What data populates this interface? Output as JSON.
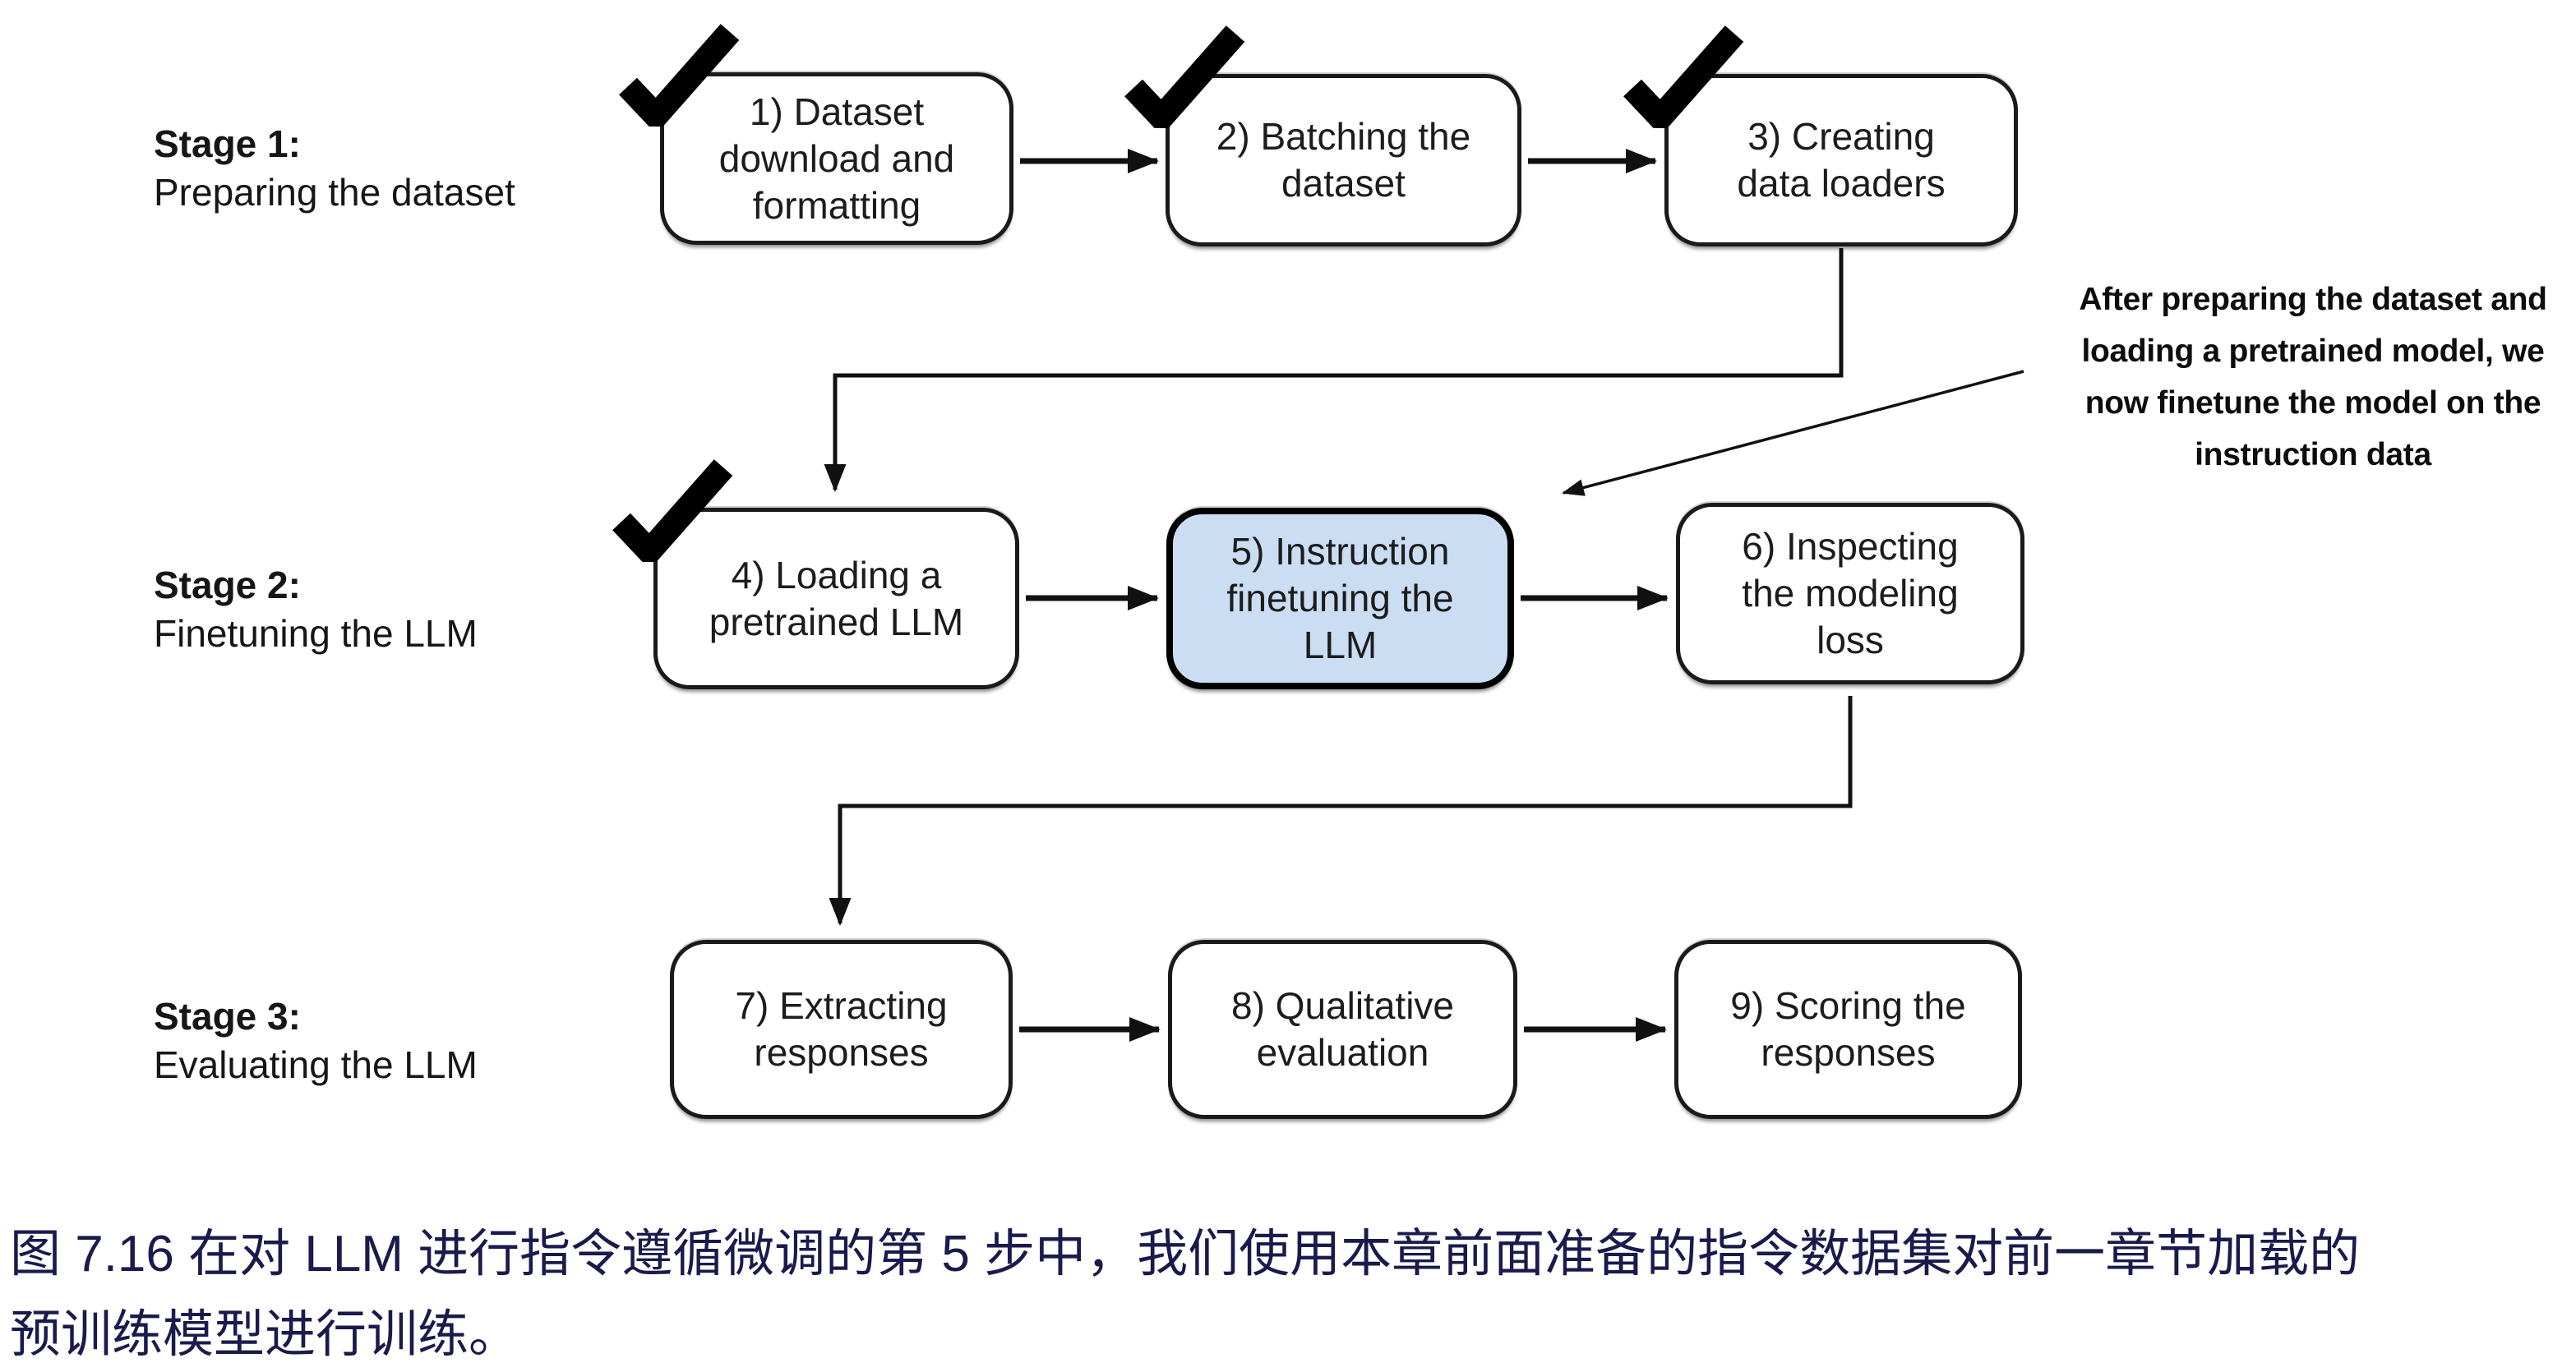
{
  "figure": {
    "stages": [
      {
        "title": "Stage 1:",
        "subtitle": "Preparing the dataset"
      },
      {
        "title": "Stage 2:",
        "subtitle": "Finetuning the LLM"
      },
      {
        "title": "Stage 3:",
        "subtitle": "Evaluating the LLM"
      }
    ],
    "boxes": [
      {
        "label": "1) Dataset\ndownload and\nformatting",
        "checked": true,
        "highlighted": false
      },
      {
        "label": "2) Batching the\ndataset",
        "checked": true,
        "highlighted": false
      },
      {
        "label": "3) Creating\ndata loaders",
        "checked": true,
        "highlighted": false
      },
      {
        "label": "4) Loading a\npretrained LLM",
        "checked": true,
        "highlighted": false
      },
      {
        "label": "5) Instruction\nfinetuning the\nLLM",
        "checked": false,
        "highlighted": true
      },
      {
        "label": "6) Inspecting\nthe modeling\nloss",
        "checked": false,
        "highlighted": false
      },
      {
        "label": "7) Extracting\nresponses",
        "checked": false,
        "highlighted": false
      },
      {
        "label": "8) Qualitative\nevaluation",
        "checked": false,
        "highlighted": false
      },
      {
        "label": "9) Scoring the\nresponses",
        "checked": false,
        "highlighted": false
      }
    ],
    "annotation": "After preparing the dataset and\nloading a pretrained model, we\nnow finetune the model on the\ninstruction data",
    "colors": {
      "highlight_fill": "#cbddf3",
      "caption_text": "#1a1a4d",
      "diagram_ink": "#111111"
    }
  },
  "caption": {
    "line1": "图 7.16 在对 LLM 进行指令遵循微调的第 5 步中，我们使用本章前面准备的指令数据集对前一章节加载的",
    "line2": "预训练模型进行训练。"
  }
}
